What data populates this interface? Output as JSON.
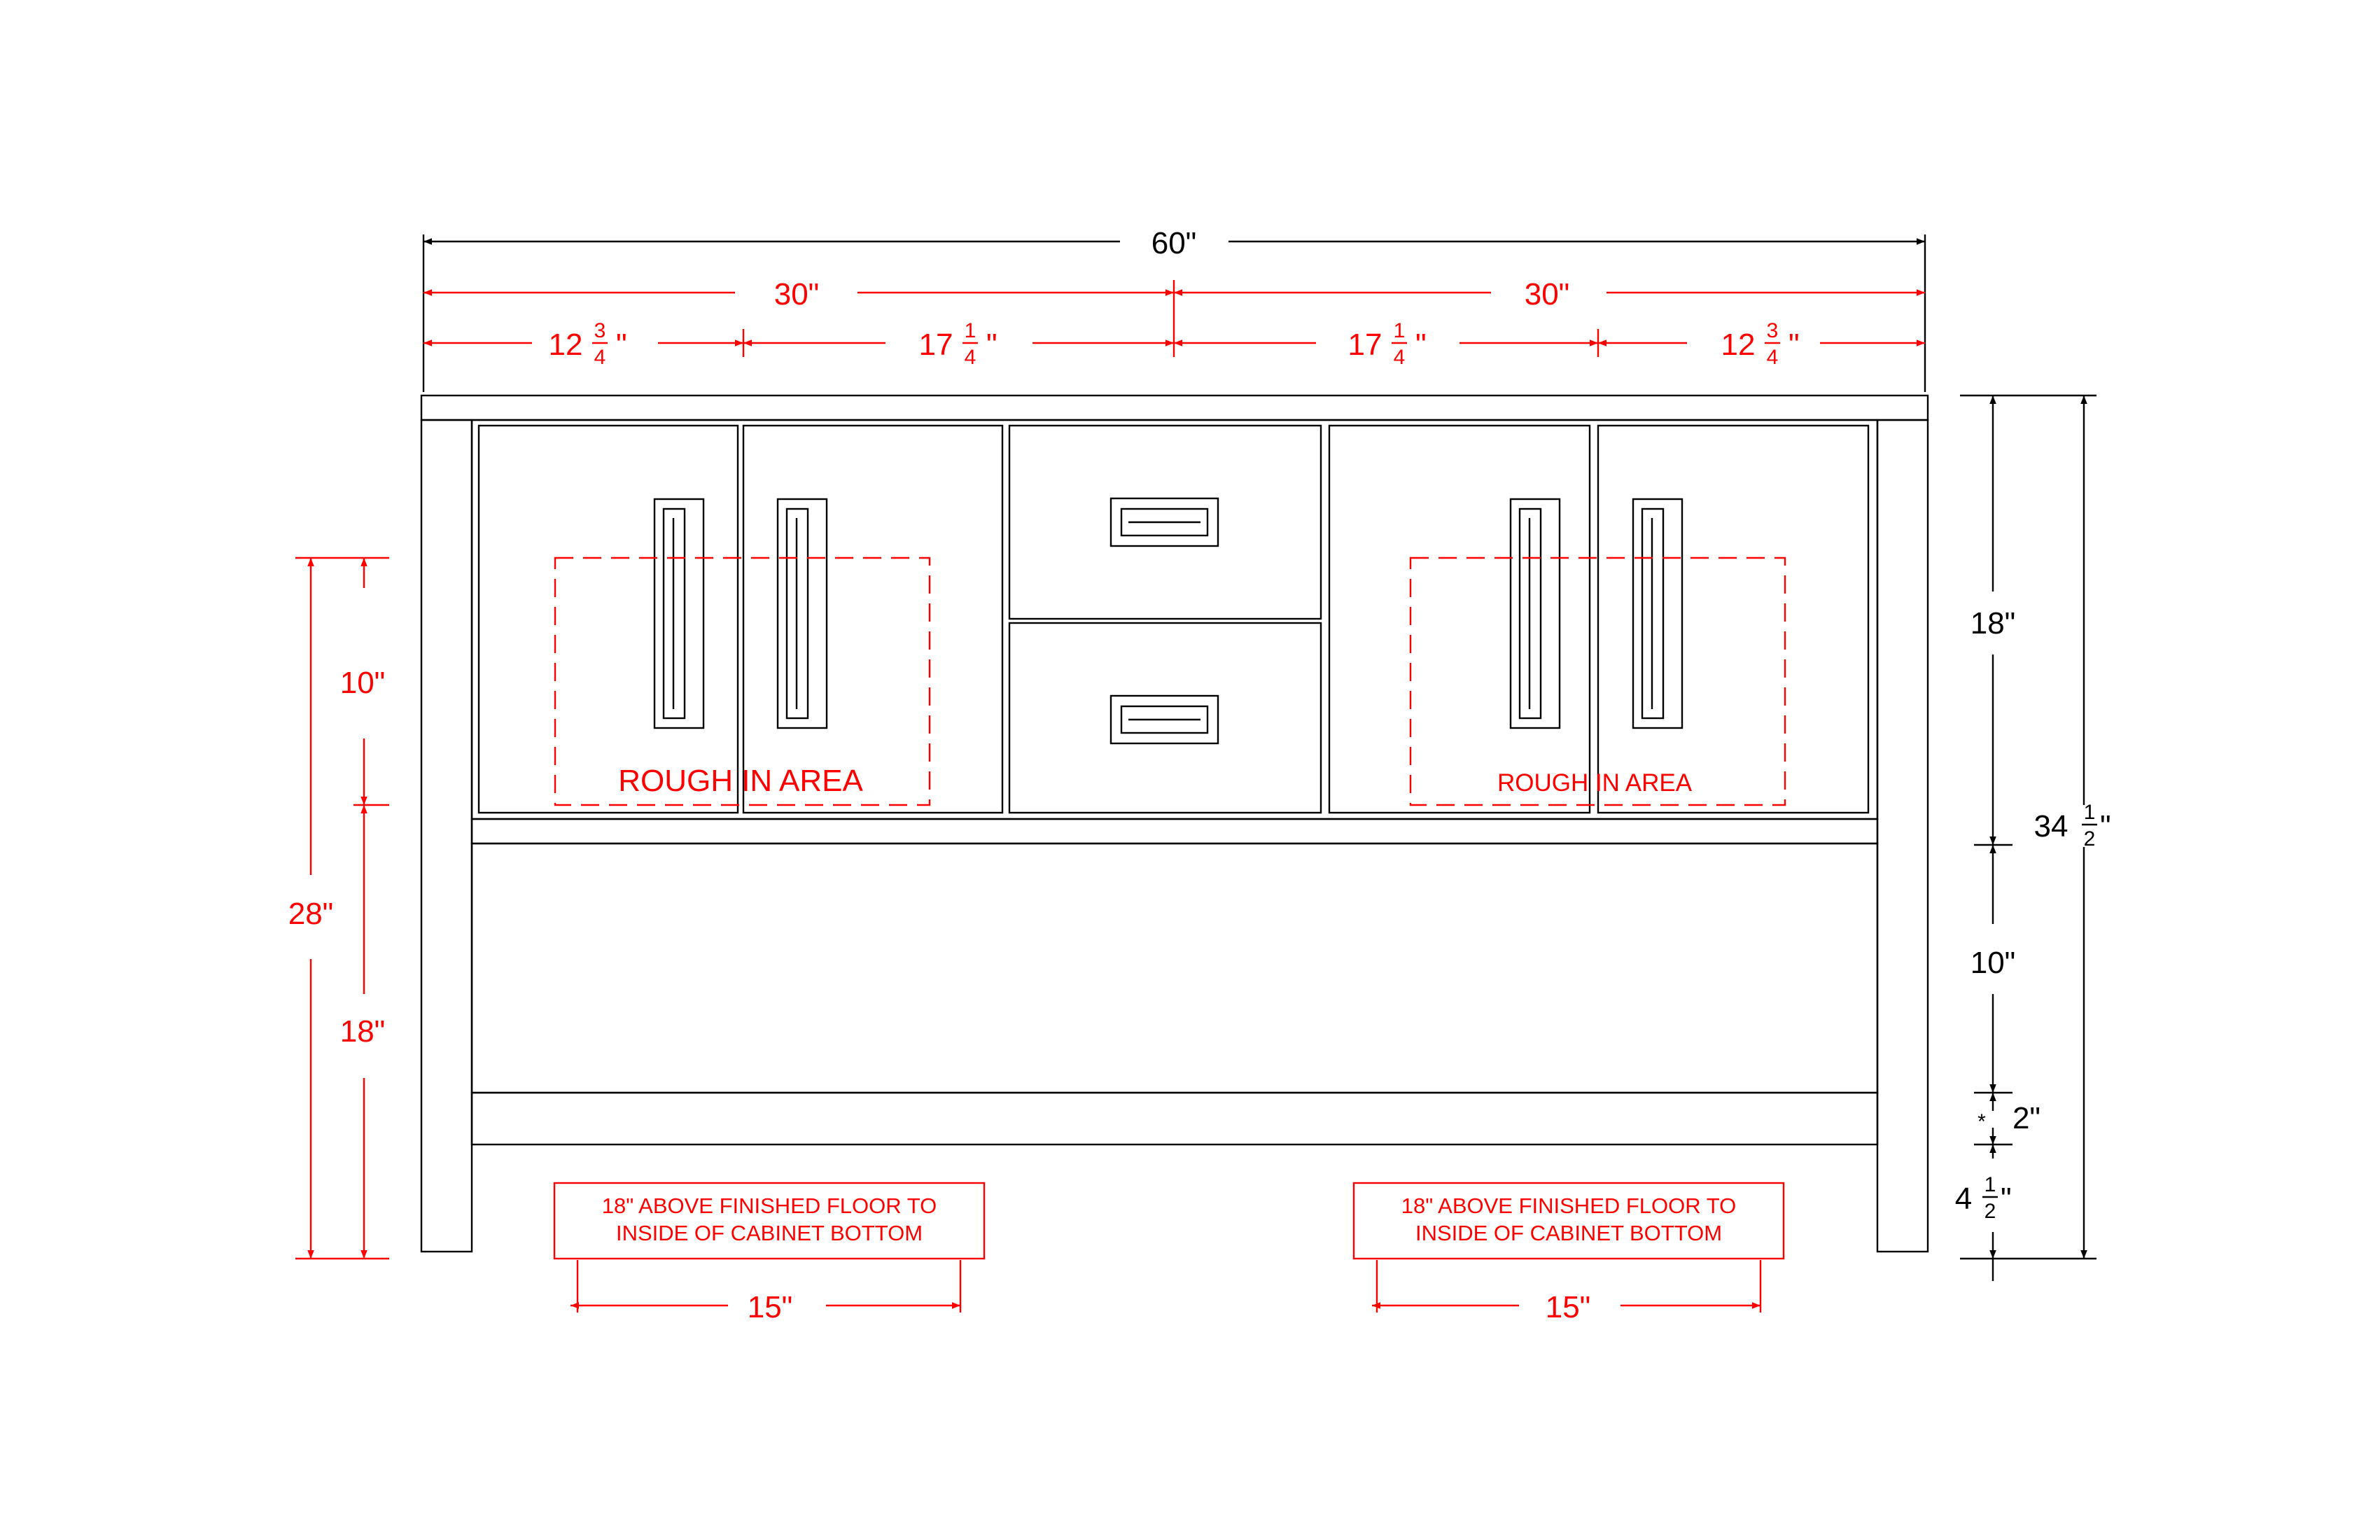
{
  "colors": {
    "dimension_red": "#ff0000",
    "line_black": "#000000",
    "background": "#ffffff"
  },
  "dimensions": {
    "overall_width": "60\"",
    "half_left": "30\"",
    "half_right": "30\"",
    "seg_1": {
      "whole": "12",
      "num": "3",
      "den": "4",
      "unit": "\""
    },
    "seg_2": {
      "whole": "17",
      "num": "1",
      "den": "4",
      "unit": "\""
    },
    "seg_3": {
      "whole": "17",
      "num": "1",
      "den": "4",
      "unit": "\""
    },
    "seg_4": {
      "whole": "12",
      "num": "3",
      "den": "4",
      "unit": "\""
    },
    "left_rough_in_height": "10\"",
    "left_total": "28\"",
    "left_lower": "18\"",
    "right_upper": "18\"",
    "right_middle": "10\"",
    "right_shelf": "2\"",
    "right_shelf_marker": "*",
    "right_toe": {
      "whole": "4",
      "num": "1",
      "den": "2",
      "unit": "\""
    },
    "overall_height": {
      "whole": "34",
      "num": "1",
      "den": "2",
      "unit": "\""
    },
    "bottom_left_width": "15\"",
    "bottom_right_width": "15\""
  },
  "labels": {
    "rough_in_left": "ROUGH IN AREA",
    "rough_in_right": "ROUGH IN AREA",
    "note_left": {
      "line1": "18\" ABOVE FINISHED FLOOR TO",
      "line2": "INSIDE OF CABINET BOTTOM"
    },
    "note_right": {
      "line1": "18\" ABOVE FINISHED FLOOR TO",
      "line2": "INSIDE OF CABINET BOTTOM"
    }
  }
}
